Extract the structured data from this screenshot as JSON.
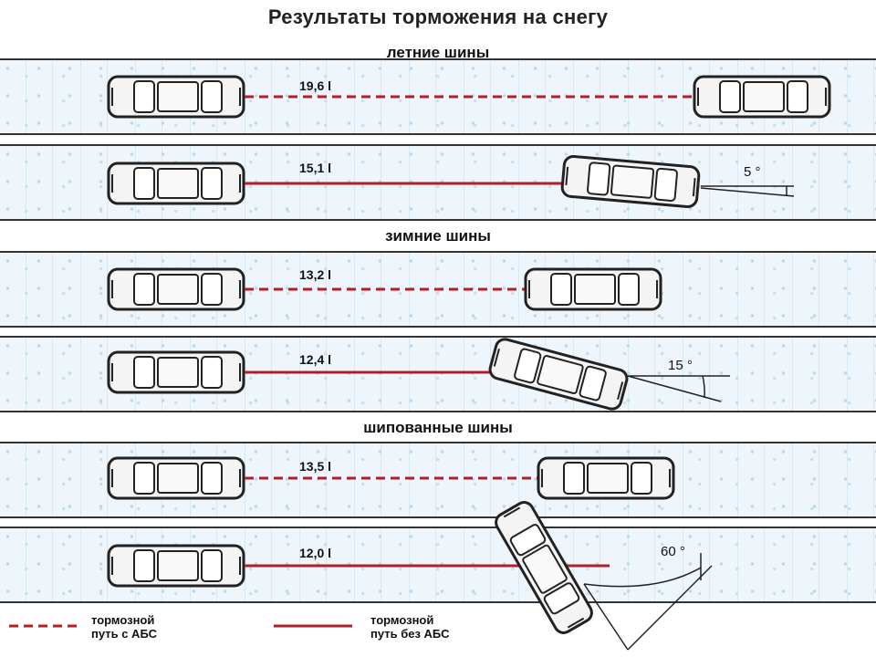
{
  "title": "Результаты торможения на снегу",
  "sections": {
    "summer": "летние шины",
    "winter": "зимние шины",
    "studded": "шипованные шины"
  },
  "rows": [
    {
      "distance": "19,6 l",
      "abs": true,
      "angle": ""
    },
    {
      "distance": "15,1 l",
      "abs": false,
      "angle": "5 °"
    },
    {
      "distance": "13,2 l",
      "abs": true,
      "angle": ""
    },
    {
      "distance": "12,4 l",
      "abs": false,
      "angle": "15 °"
    },
    {
      "distance": "13,5 l",
      "abs": true,
      "angle": ""
    },
    {
      "distance": "12,0 l",
      "abs": false,
      "angle": "60 °"
    }
  ],
  "legend": {
    "abs_line1": "тормозной",
    "abs_line2": "путь с АБС",
    "noabs_line1": "тормозной",
    "noabs_line2": "путь без АБС"
  },
  "colors": {
    "brake_line": "#b01f2a",
    "car_body": "#f4f4f4",
    "car_stroke": "#222222",
    "snow_lane": "#eef6fb"
  }
}
